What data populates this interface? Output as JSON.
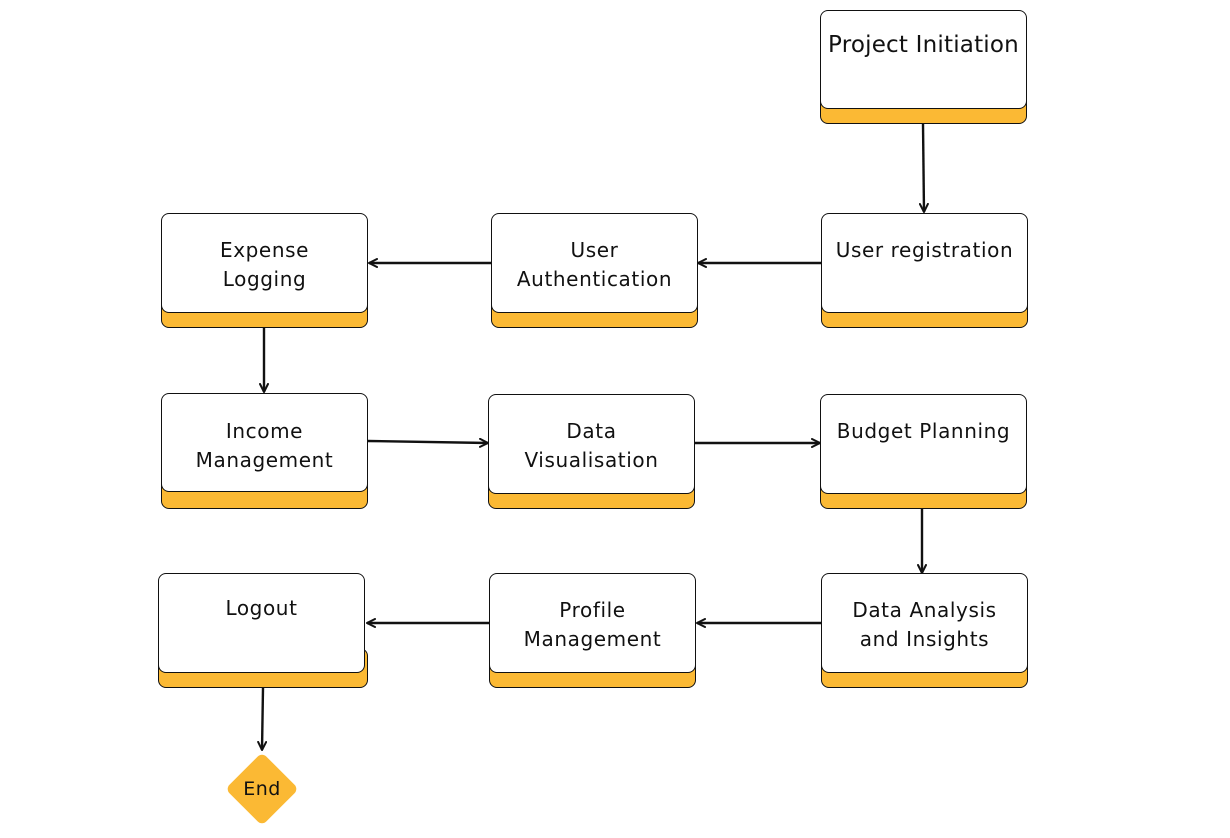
{
  "colors": {
    "accent": "#FBB934",
    "border": "#111111",
    "card": "#FFFFFF"
  },
  "nodes": {
    "project_initiation": "Project Initiation",
    "user_registration": "User registration",
    "user_authentication": "User\nAuthentication",
    "expense_logging": "Expense\nLogging",
    "income_management": "Income\nManagement",
    "data_visualisation": "Data\nVisualisation",
    "budget_planning": "Budget Planning",
    "data_analysis": "Data Analysis\nand Insights",
    "profile_management": "Profile\nManagement",
    "logout": "Logout",
    "end": "End"
  },
  "edges": [
    {
      "from": "Project Initiation",
      "to": "User registration"
    },
    {
      "from": "User registration",
      "to": "User Authentication"
    },
    {
      "from": "User Authentication",
      "to": "Expense Logging"
    },
    {
      "from": "Expense Logging",
      "to": "Income Management"
    },
    {
      "from": "Income Management",
      "to": "Data Visualisation"
    },
    {
      "from": "Data Visualisation",
      "to": "Budget Planning"
    },
    {
      "from": "Budget Planning",
      "to": "Data Analysis and Insights"
    },
    {
      "from": "Data Analysis and Insights",
      "to": "Profile Management"
    },
    {
      "from": "Profile Management",
      "to": "Logout"
    },
    {
      "from": "Logout",
      "to": "End"
    }
  ]
}
